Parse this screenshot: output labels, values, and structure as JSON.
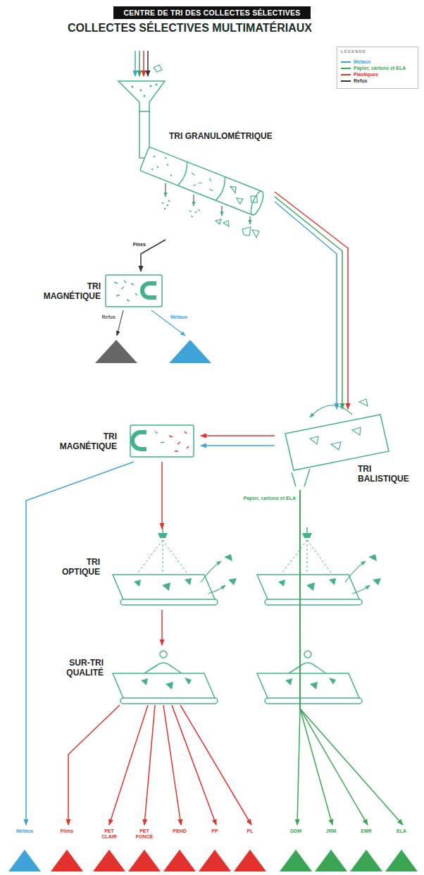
{
  "diagram": {
    "title": "CENTRE DE TRI DES COLLECTES SÉLECTIVES",
    "nodes": [
      {
        "text": [
          "TRI GRANULOMÉTRIQUE"
        ]
      },
      {
        "text": [
          "TRI MAGNÉTIQUE"
        ]
      },
      {
        "text": [
          "TRI MAGNÉTIQUE"
        ]
      },
      {
        "text": [
          "TRI BALISTIQUE"
        ]
      },
      {
        "text": [
          "TRI OPTIQUE"
        ]
      },
      {
        "text": [
          "SUR-TRI QUALITÉ"
        ]
      },
      {
        "text": [
          "Métaux"
        ]
      },
      {
        "text": [
          "Films"
        ]
      },
      {
        "text": [
          "PET CLAIR"
        ]
      },
      {
        "text": [
          "PET FONCÉ"
        ]
      },
      {
        "text": [
          "PEHD"
        ]
      },
      {
        "text": [
          "PP"
        ]
      },
      {
        "text": [
          "PL"
        ]
      },
      {
        "text": [
          "GDM"
        ]
      },
      {
        "text": [
          "JRM"
        ]
      },
      {
        "text": [
          "EMR"
        ]
      },
      {
        "text": [
          "ELA"
        ]
      }
    ],
    "edges": [
      {
        "from": 0,
        "to": 1,
        "arrow": "to",
        "label": "Fines"
      },
      {
        "from": 0,
        "to": 3,
        "arrow": "to"
      },
      {
        "from": 0,
        "to": 3,
        "arrow": "to"
      },
      {
        "from": 0,
        "to": 3,
        "arrow": "to"
      },
      {
        "from": 3,
        "to": 2,
        "arrow": "to"
      },
      {
        "from": 3,
        "to": 2,
        "arrow": "to"
      },
      {
        "from": 2,
        "to": 6,
        "arrow": "to"
      },
      {
        "from": 2,
        "to": 4,
        "arrow": "to"
      },
      {
        "from": 4,
        "to": 5,
        "arrow": "to"
      },
      {
        "from": 5,
        "to": 7,
        "arrow": "to"
      },
      {
        "from": 5,
        "to": 8,
        "arrow": "to"
      },
      {
        "from": 5,
        "to": 9,
        "arrow": "to"
      },
      {
        "from": 5,
        "to": 10,
        "arrow": "to"
      },
      {
        "from": 5,
        "to": 11,
        "arrow": "to"
      },
      {
        "from": 5,
        "to": 12,
        "arrow": "to"
      },
      {
        "from": 3,
        "to": 13,
        "arrow": "to"
      },
      {
        "from": 3,
        "to": 14,
        "arrow": "to"
      },
      {
        "from": 3,
        "to": 15,
        "arrow": "to"
      },
      {
        "from": 3,
        "to": 16,
        "arrow": "to"
      }
    ],
    "labels": [
      "COLLECTES SÉLECTIVES MULTIMATÉRIAUX",
      "LÉGENDE",
      "Refus",
      "Métaux",
      "Papier, cartons et ELA"
    ],
    "legend": [
      {
        "text": "Métaux",
        "color": "#3fa3d9"
      },
      {
        "text": "Papier, cartons et ELA",
        "color": "#3aa655"
      },
      {
        "text": "Plastiques",
        "color": "#e3312d"
      },
      {
        "text": "Refus",
        "color": "#333333"
      }
    ]
  }
}
